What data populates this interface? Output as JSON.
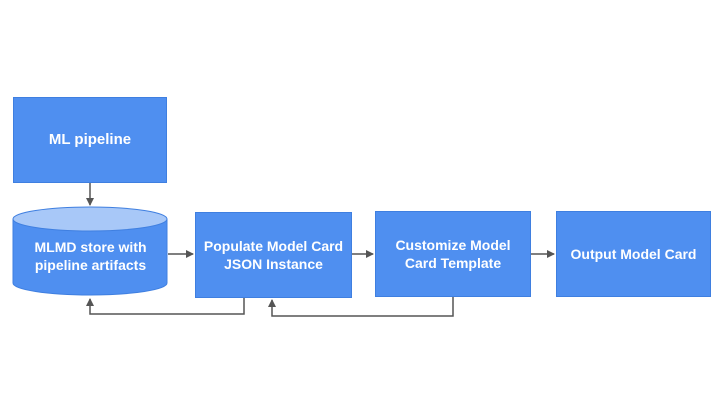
{
  "diagram": {
    "nodes": {
      "ml_pipeline": "ML pipeline",
      "mlmd_store": "MLMD store with pipeline artifacts",
      "populate": "Populate Model Card JSON Instance",
      "customize": "Customize Model Card Template",
      "output": "Output Model Card"
    },
    "colors": {
      "node_fill": "#4f8ff0",
      "node_border": "#3f7fe0",
      "edge": "#555555"
    }
  }
}
